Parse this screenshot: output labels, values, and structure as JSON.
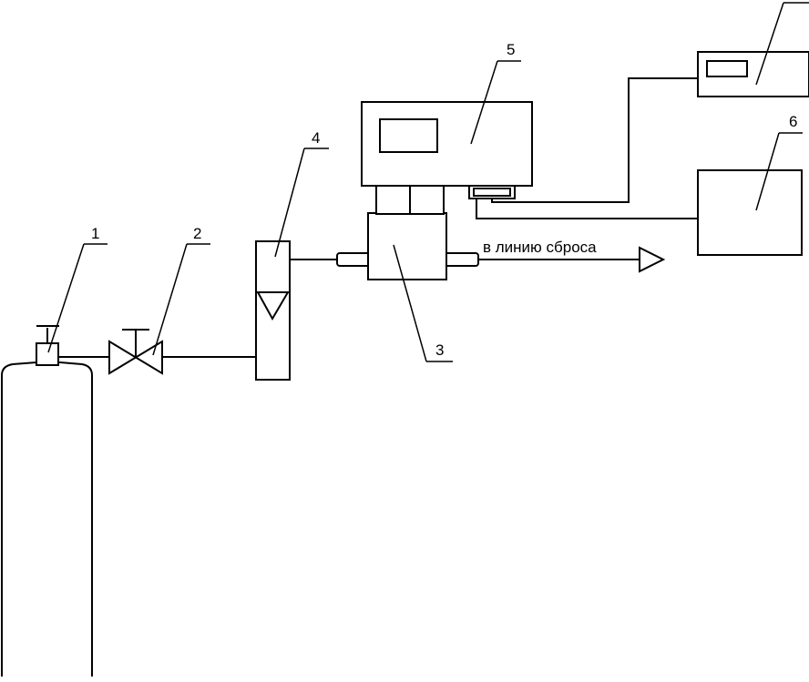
{
  "labels": {
    "cylinder": "1",
    "valve": "2",
    "cell": "3",
    "rotameter": "4",
    "analyzer": "5",
    "recorder": "6"
  },
  "outlet_caption": "в линию сброса"
}
